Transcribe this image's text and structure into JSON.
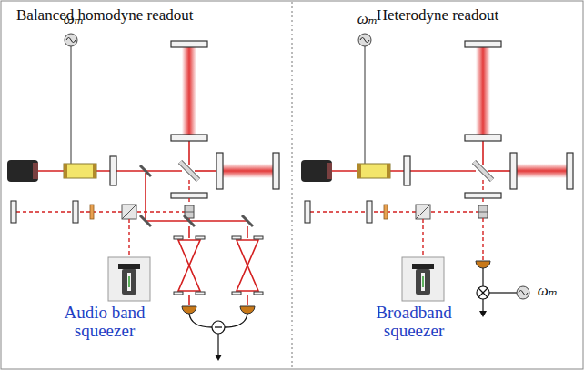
{
  "diagram": {
    "nodes": [
      {
        "text": [
          "Balanced homodyne readout"
        ]
      },
      {
        "text": [
          "Heterodyne readout"
        ]
      }
    ],
    "labels": [
      "ωₘ",
      "Audio band squeezer",
      "ωₘ",
      "Broadband squeezer",
      "ωₘ"
    ]
  }
}
